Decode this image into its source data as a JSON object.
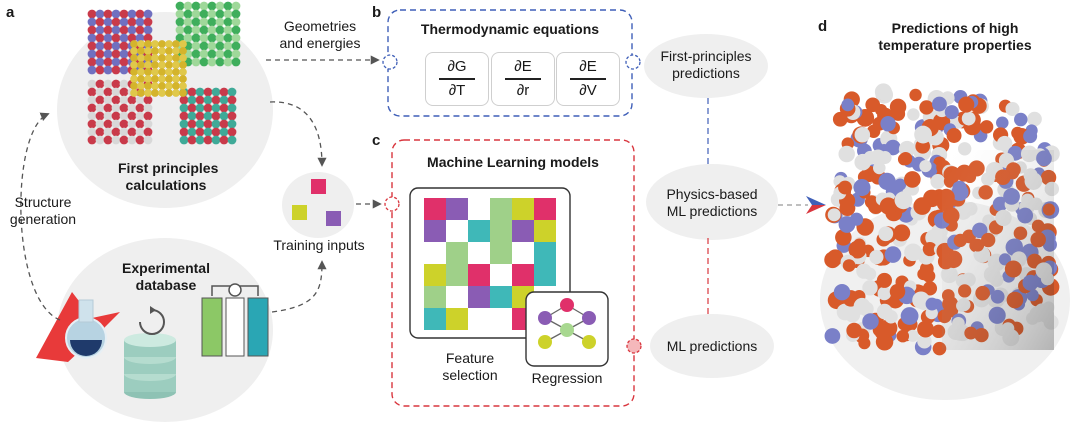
{
  "panels": {
    "a": "a",
    "b": "b",
    "c": "c",
    "d": "d"
  },
  "section_a": {
    "first_principles": [
      "First principles",
      "calculations"
    ],
    "experimental": [
      "Experimental",
      "database"
    ],
    "structure_generation": [
      "Structure",
      "generation"
    ],
    "training_inputs": "Training inputs",
    "geometries": [
      "Geometries",
      "and energies"
    ]
  },
  "section_b": {
    "title": "Thermodynamic equations",
    "equations": [
      {
        "num": "∂G",
        "den": "∂T"
      },
      {
        "num": "∂E",
        "den": "∂r"
      },
      {
        "num": "∂E",
        "den": "∂V"
      }
    ]
  },
  "section_c": {
    "title": "Machine Learning models",
    "feature_selection": [
      "Feature",
      "selection"
    ],
    "regression": "Regression"
  },
  "outputs": {
    "first_principles_predictions": [
      "First-principles",
      "predictions"
    ],
    "physics_ml": [
      "Physics-based",
      "ML predictions"
    ],
    "ml_predictions": "ML predictions"
  },
  "section_d": {
    "title": [
      "Predictions of high",
      "temperature properties"
    ]
  },
  "colors": {
    "blue_dash": "#3f5fb8",
    "red_dash": "#d9363e",
    "magenta": "#e0306a",
    "purple": "#8a5cb4",
    "yellow": "#cdd22a",
    "teal": "#3fb8b8",
    "green": "#9fd089",
    "orange_atom": "#d85a2a",
    "blue_atom": "#7a80c8",
    "white_atom": "#e0e0e0"
  }
}
